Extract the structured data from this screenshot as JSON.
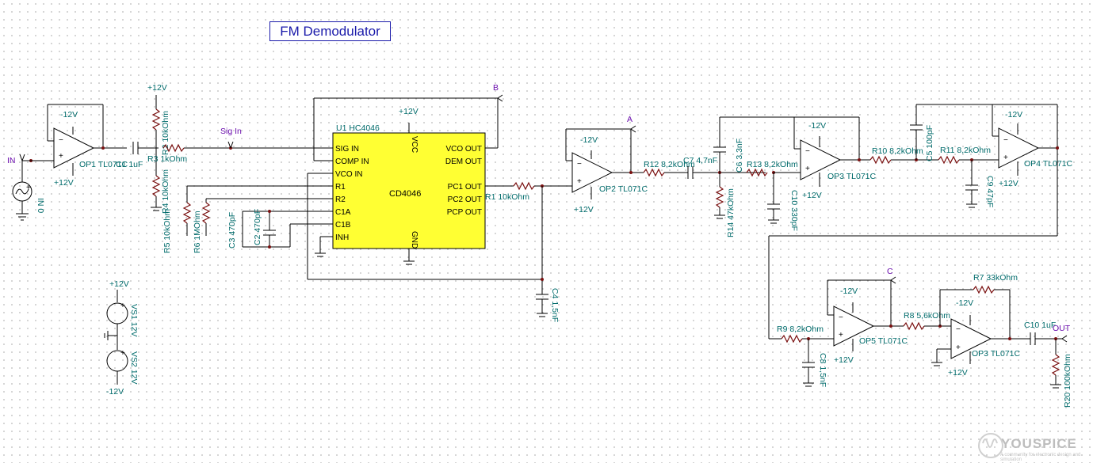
{
  "title": "FM Demodulator",
  "colors": {
    "wire": "#000000",
    "component_label": "#006b6b",
    "ic_fill": "#ffff33",
    "title": "#1a1aaa",
    "node_label": "#6a0dad"
  },
  "ic": {
    "ref": "U1 HC4046",
    "name": "CD4046",
    "left_pins": [
      "SIG IN",
      "COMP IN",
      "VCO IN",
      "R1",
      "R2",
      "C1A",
      "C1B",
      "INH"
    ],
    "right_pins": [
      "VCO OUT",
      "DEM OUT",
      "PC1 OUT",
      "PC2 OUT",
      "PCP OUT"
    ],
    "top_pin": "VCC",
    "bottom_pin": "GND"
  },
  "labels": {
    "in": "IN",
    "in0": "IN 0",
    "sig_in": "Sig In",
    "node_a": "A",
    "node_b": "B",
    "node_c": "C",
    "out": "OUT",
    "p12": "+12V",
    "m12": "-12V",
    "op1": "OP1 TL071C",
    "op2": "OP2 TL071C",
    "op3a": "OP3 TL071C",
    "op4": "OP4 TL071C",
    "op5": "OP5 TL071C",
    "op3b": "OP3 TL071C",
    "c1": "C1 1uF",
    "r2": "R2 10kOhm",
    "r3": "R3 1kOhm",
    "r4": "R4 10kOhm",
    "r5": "R5 10kOhm",
    "r6": "R6 1MOhm",
    "c3": "C3 470pF",
    "c2": "C2 470pF",
    "r1": "R1 10kOhm",
    "c4": "C4 1,5nF",
    "r12": "R12 8,2kOhm",
    "c7": "C7 4,7nF",
    "r14": "R14 47kOhm",
    "c6": "C6 3,3nF",
    "r13": "R13 8,2kOhm",
    "c10a": "C10 330pF",
    "c5": "C5 100pF",
    "r10": "R10 8,2kOhm",
    "r11": "R11 8,2kOhm",
    "c9": "C9 47pF",
    "r9": "R9 8,2kOhm",
    "c8": "C8 1,5nF",
    "r8": "R8 5,6kOhm",
    "r7": "R7 33kOhm",
    "c10b": "C10 1uF",
    "r20": "R20 100kOhm",
    "vs1": "VS1 12V",
    "vs2": "VS2 12V"
  },
  "watermark": {
    "brand": "YOUSPICE",
    "tagline": "A community for electronic design and simulation"
  }
}
